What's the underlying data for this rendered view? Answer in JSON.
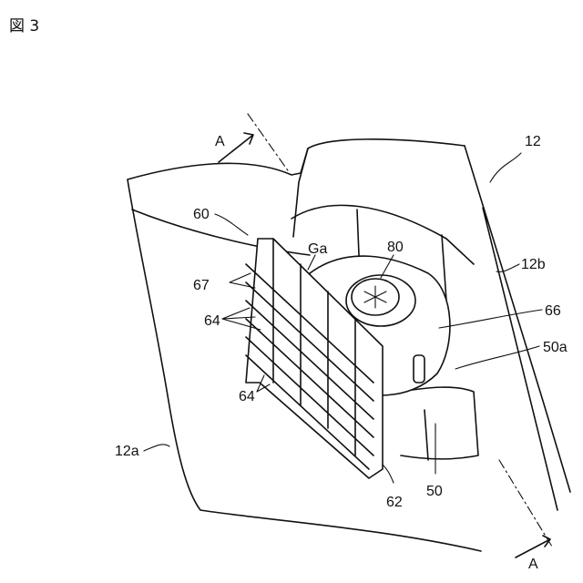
{
  "figure": {
    "title": "図 3"
  },
  "section": {
    "letter_top": "A",
    "letter_bottom": "A"
  },
  "labels": {
    "l12": "12",
    "l12a": "12a",
    "l12b": "12b",
    "l50": "50",
    "l50a": "50a",
    "l60": "60",
    "l62": "62",
    "l64a": "64",
    "l64b": "64",
    "l66": "66",
    "l67": "67",
    "l80": "80",
    "lGa": "Ga"
  }
}
